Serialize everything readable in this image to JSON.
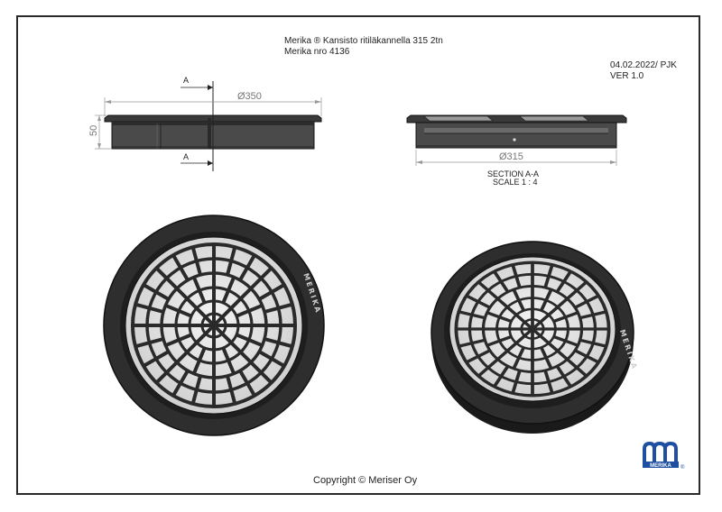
{
  "title": {
    "line1": "Merika ® Kansisto ritiläkannella 315 2tn",
    "line2": "Merika nro  4136"
  },
  "meta": {
    "date_author": "04.02.2022/ PJK",
    "version": "VER 1.0"
  },
  "side_view": {
    "diameter_label": "Ø350",
    "height_label": "50",
    "section_mark_top": "A",
    "section_mark_bottom": "A"
  },
  "section_view": {
    "diameter_label": "Ø315",
    "section_title": "SECTION A-A",
    "scale": "SCALE 1 : 4"
  },
  "rim_text": "MERIKA",
  "logo": {
    "text": "MERIKA",
    "registered": "®",
    "color": "#1f4fa0"
  },
  "copyright": "Copyright © Meriser Oy"
}
